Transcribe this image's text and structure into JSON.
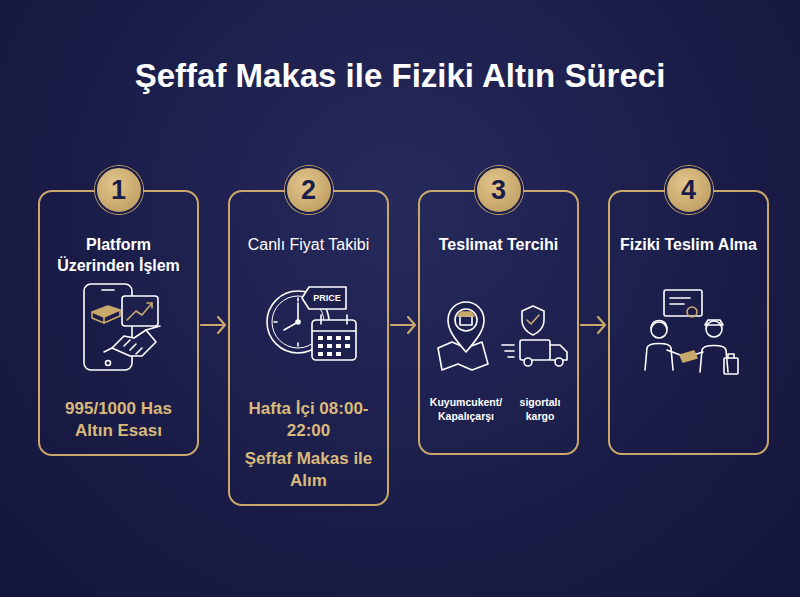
{
  "diagram": {
    "title": "Şeffaf Makas ile Fiziki Altın Süreci",
    "nodes": [
      {
        "text": [
          "1",
          "Platform Üzerinden İşlem",
          "995/1000 Has Altın Esası"
        ]
      },
      {
        "text": [
          "2",
          "Canlı Fiyat Takibi",
          "Hafta İçi 08:00-22:00",
          "Şeffaf Makas ile Alım"
        ]
      },
      {
        "text": [
          "3",
          "Teslimat Tercihi",
          "Kuyumcukent/ Kapalıçarşı",
          "sigortalı kargo"
        ]
      },
      {
        "text": [
          "4",
          "Fiziki Teslim Alma"
        ]
      }
    ],
    "edges": [
      {
        "from": 0,
        "to": 1,
        "arrow": "to"
      },
      {
        "from": 1,
        "to": 2,
        "arrow": "to"
      },
      {
        "from": 2,
        "to": 3,
        "arrow": "to"
      }
    ],
    "labels": [
      "PRICE"
    ]
  }
}
